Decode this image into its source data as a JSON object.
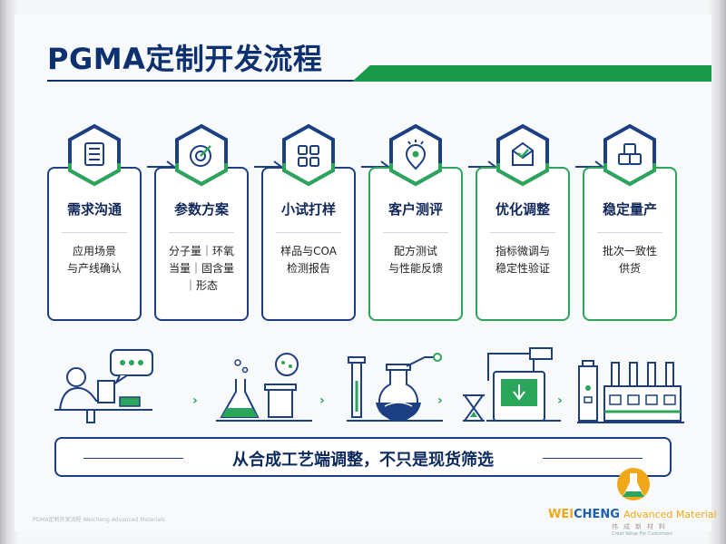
{
  "title": "PGMA定制开发流程",
  "steps": [
    {
      "title": "需求沟通",
      "desc": [
        "应用场景",
        "与产线确认"
      ],
      "icon": "document-list-icon",
      "theme": "blue"
    },
    {
      "title": "参数方案",
      "desc": [
        "分子量｜环氧",
        "当量｜固含量",
        "｜形态"
      ],
      "icon": "target-icon",
      "theme": "blue"
    },
    {
      "title": "小试打样",
      "desc": [
        "样品与COA",
        "检测报告"
      ],
      "icon": "grid-icon",
      "theme": "blue"
    },
    {
      "title": "客户测评",
      "desc": [
        "配方测试",
        "与性能反馈"
      ],
      "icon": "location-pin-icon",
      "theme": "green"
    },
    {
      "title": "优化调整",
      "desc": [
        "指标微调与",
        "稳定性验证"
      ],
      "icon": "box-check-icon",
      "theme": "green"
    },
    {
      "title": "稳定量产",
      "desc": [
        "批次一致性",
        "供货"
      ],
      "icon": "boxes-icon",
      "theme": "green"
    }
  ],
  "banner": {
    "text": "从合成工艺端调整，不只是现货筛选"
  },
  "footer": {
    "note": "PGMA定制开发流程 Weicheng Advanced Materials"
  },
  "brand": {
    "name_part1": "WEI",
    "name_part2": "CHENG",
    "name_part3": "Advanced Material",
    "cn": "伟成新材料",
    "tagline": "Creat Value For Customers"
  },
  "colors": {
    "navy": "#0d3170",
    "green": "#19994b",
    "card_blue": "#1c3f84",
    "card_green": "#2ba55a"
  }
}
